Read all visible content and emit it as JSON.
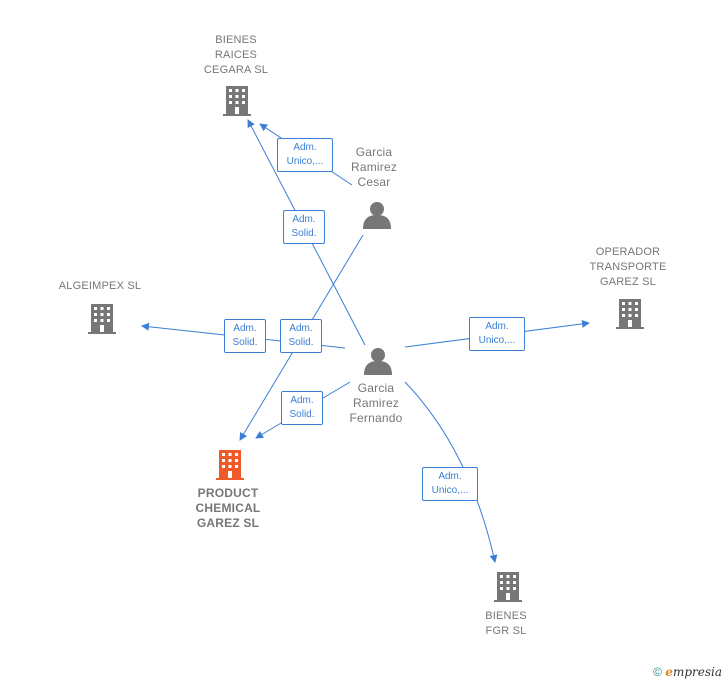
{
  "nodes": {
    "bienes_raices": {
      "label": "BIENES\nRAICES\nCEGARA  SL"
    },
    "operador": {
      "label": "OPERADOR\nTRANSPORTE\nGAREZ  SL"
    },
    "algeimpex": {
      "label": "ALGEIMPEX SL"
    },
    "product_chemical": {
      "label": "PRODUCT\nCHEMICAL\nGAREZ  SL"
    },
    "bienes_fgr": {
      "label": "BIENES\nFGR  SL"
    },
    "garcia_cesar": {
      "label": "Garcia\nRamirez\nCesar"
    },
    "garcia_fernando": {
      "label": "Garcia\nRamirez\nFernando"
    }
  },
  "relations": {
    "r1": "Adm.\nUnico,...",
    "r2": "Adm.\nSolid.",
    "r3": "Adm.\nUnico,...",
    "r4": "Adm.\nSolid.",
    "r5": "Adm.\nSolid.",
    "r6": "Adm.\nSolid.",
    "r7": "Adm.\nUnico,..."
  },
  "colors": {
    "accent": "#3a7fd5",
    "company_icon": "#777777",
    "highlight_icon": "#f05a28"
  },
  "footer": {
    "copyright": "©",
    "brand_first": "e",
    "brand_rest": "mpresia"
  }
}
